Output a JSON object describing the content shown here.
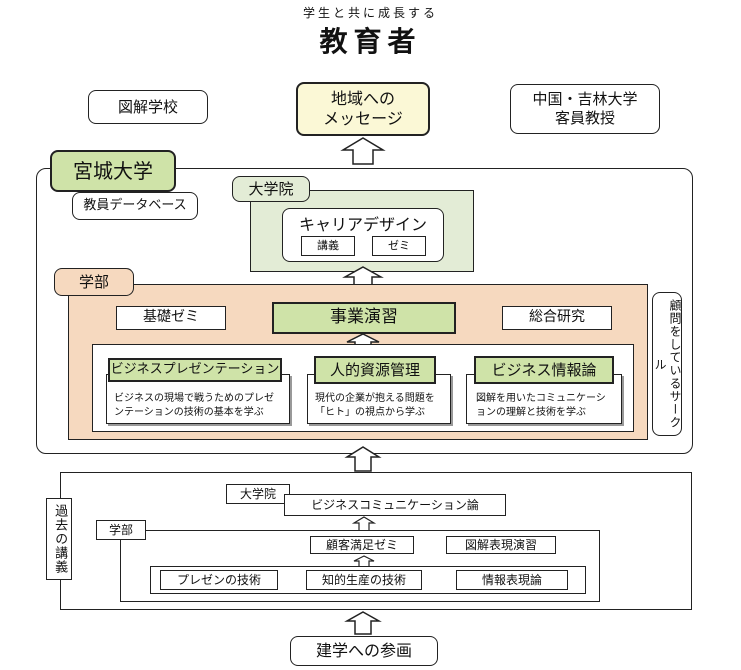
{
  "header": {
    "subtitle": "学生と共に成長する",
    "title": "教育者"
  },
  "top": {
    "diagram_school": "図解学校",
    "message": "地域への\nメッセージ",
    "china": "中国・吉林大学\n客員教授"
  },
  "university": {
    "name": "宮城大学",
    "database": "教員データベース"
  },
  "graduate": {
    "label": "大学院",
    "career": "キャリアデザイン",
    "lecture": "講義",
    "seminar": "ゼミ"
  },
  "faculty": {
    "label": "学部",
    "basic_seminar": "基礎ゼミ",
    "business_practice": "事業演習",
    "general_research": "総合研究",
    "advisor_circle": "顧問をしているサークル",
    "courses": [
      {
        "title": "ビジネスプレゼンテーション",
        "desc": "ビジネスの現場で戦うためのプレゼンテーションの技術の基本を学ぶ"
      },
      {
        "title": "人的資源管理",
        "desc": "現代の企業が抱える問題を「ヒト」の視点から学ぶ"
      },
      {
        "title": "ビジネス情報論",
        "desc": "図解を用いたコミュニケーションの理解と技術を学ぶ"
      }
    ]
  },
  "past": {
    "label": "過去の講義",
    "graduate_label": "大学院",
    "biz_comm": "ビジネスコミュニケーション論",
    "faculty_label": "学部",
    "customer_seminar": "顧客満足ゼミ",
    "diagram_practice": "図解表現演習",
    "presentation": "プレゼンの技術",
    "intellectual": "知的生産の技術",
    "info_expression": "情報表現論"
  },
  "bottom": {
    "participation": "建学への参画"
  }
}
